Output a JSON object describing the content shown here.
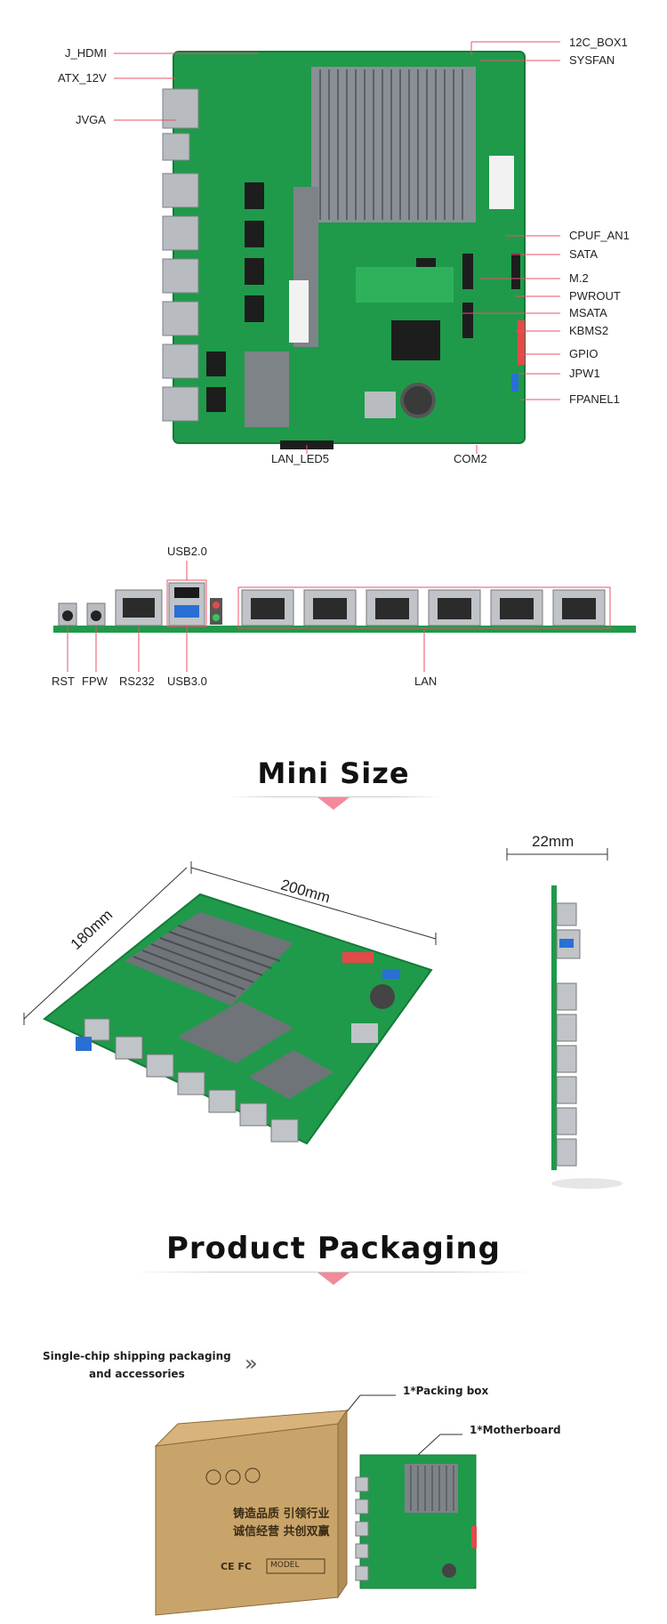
{
  "board_labels_left": [
    "J_HDMI",
    "ATX_12V",
    "JVGA"
  ],
  "board_labels_right": [
    "12C_BOX1",
    "SYSFAN",
    "CPUF_AN1",
    "SATA",
    "M.2",
    "PWROUT",
    "MSATA",
    "KBMS2",
    "GPIO",
    "JPW1",
    "FPANEL1"
  ],
  "board_labels_bottom": [
    "LAN_LED5",
    "COM2"
  ],
  "io_labels": {
    "usb2": "USB2.0",
    "rst": "RST",
    "fpw": "FPW",
    "rs232": "RS232",
    "usb3": "USB3.0",
    "lan": "LAN"
  },
  "mini_size": {
    "title": "Mini Size",
    "dim_180": "180mm",
    "dim_200": "200mm",
    "dim_22": "22mm"
  },
  "packaging": {
    "title": "Product Packaging",
    "desc_line1": "Single-chip shipping packaging",
    "desc_line2": "and accessories",
    "arrow": "»",
    "item_box": "1*Packing box",
    "item_board": "1*Motherboard",
    "box_text_line1": "铸造品质  引领行业",
    "box_text_line2": "诚信经营  共创双赢",
    "box_model": "MODEL",
    "box_marks": "CE FC"
  },
  "colors": {
    "pcb": "#1f9a4a",
    "accent_line": "#e8506a",
    "box": "#c9a46a"
  }
}
